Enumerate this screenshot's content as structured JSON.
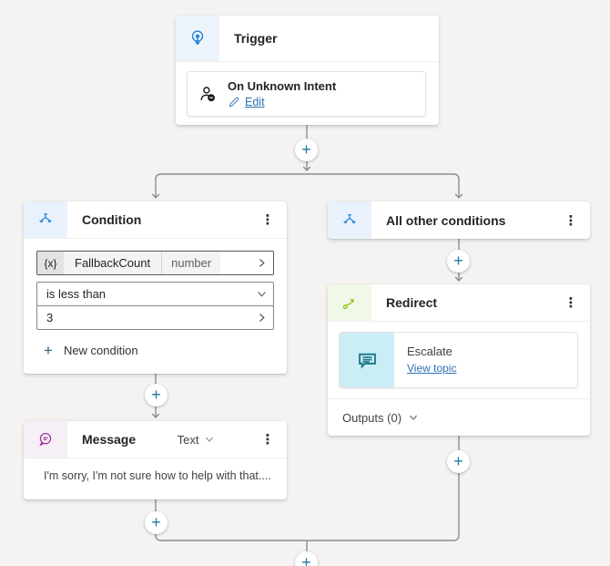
{
  "icons": {
    "plus": "+",
    "more": "⋮"
  },
  "colors": {
    "canvas_bg": "#f5f3f1",
    "trigger_blue": "#2383d6",
    "condition_blue": "#2b88d8",
    "message_purple": "#962b96",
    "redirect_green": "#84c40a",
    "escalate_teal": "#1f7a8a",
    "link_blue": "#2e6fb4",
    "connector_gray": "#8f8d8b",
    "plus_teal": "#1f7b9c"
  },
  "nodes": {
    "trigger": {
      "title": "Trigger",
      "item_title": "On Unknown Intent",
      "edit_label": "Edit"
    },
    "condition": {
      "title": "Condition",
      "variable_prefix": "{x}",
      "variable_name": "FallbackCount",
      "variable_type": "number",
      "operator": "is less than",
      "value": "3",
      "new_condition_label": "New condition"
    },
    "all_other_conditions": {
      "title": "All other conditions"
    },
    "redirect": {
      "title": "Redirect",
      "item_title": "Escalate",
      "link_label": "View topic",
      "outputs_label": "Outputs (0)"
    },
    "message": {
      "title": "Message",
      "format": "Text",
      "body": "I'm sorry, I'm not sure how to help with that...."
    }
  }
}
